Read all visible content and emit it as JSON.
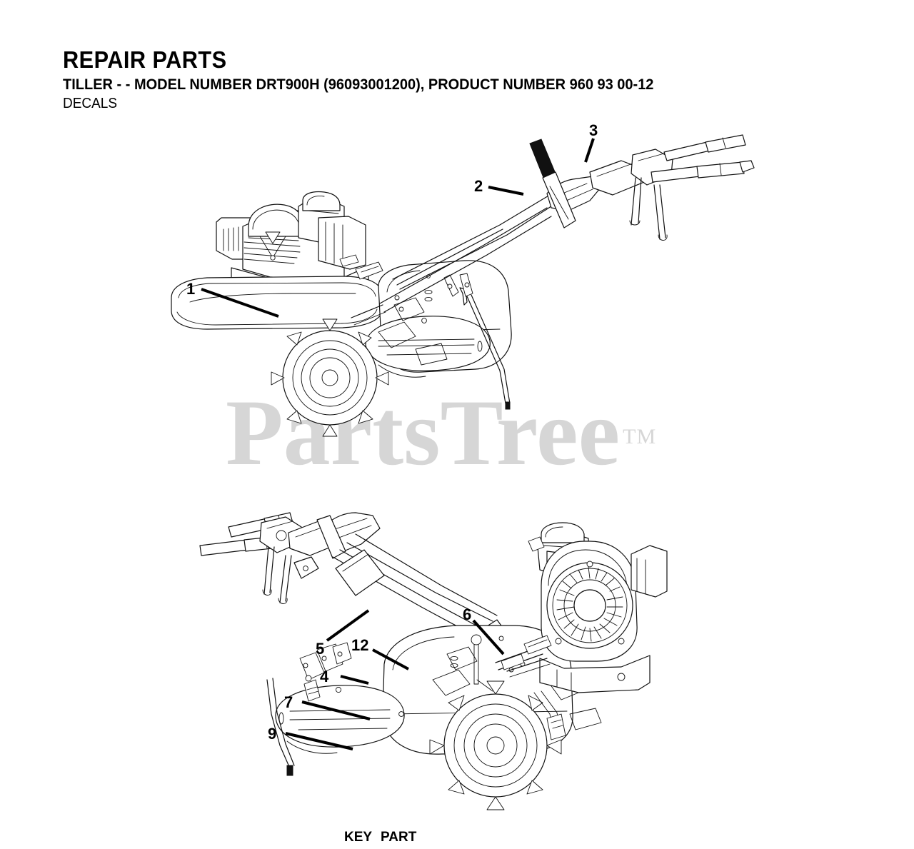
{
  "document": {
    "title": "REPAIR PARTS",
    "subtitle": "TILLER - - MODEL NUMBER DRT900H (96093001200), PRODUCT NUMBER 960 93 00-12",
    "section": "DECALS",
    "model_number": "DRT900H",
    "model_code": "96093001200",
    "product_number": "960 93 00-12",
    "machine_type": "TILLER"
  },
  "watermark": {
    "text": "PartsTree",
    "trademark": "TM",
    "color": "#d6d6d6"
  },
  "figures": [
    {
      "id": "figure-top",
      "name": "tiller-front-left-view",
      "callouts": [
        {
          "ref": "1",
          "label": "1",
          "points_to": "engine-hood-decal"
        },
        {
          "ref": "2",
          "label": "2",
          "points_to": "handle-panel-decal"
        },
        {
          "ref": "3",
          "label": "3",
          "points_to": "handle-grip-decal"
        }
      ]
    },
    {
      "id": "figure-bottom",
      "name": "tiller-rear-right-view",
      "callouts": [
        {
          "ref": "4",
          "label": "4",
          "points_to": "depth-stake-decal"
        },
        {
          "ref": "5",
          "label": "5",
          "points_to": "handle-bar-decal"
        },
        {
          "ref": "6",
          "label": "6",
          "points_to": "control-linkage-decal"
        },
        {
          "ref": "7",
          "label": "7",
          "points_to": "tine-guard-decal"
        },
        {
          "ref": "9",
          "label": "9",
          "points_to": "shield-edge-decal"
        },
        {
          "ref": "12",
          "label": "12",
          "points_to": "fender-decal"
        }
      ]
    }
  ],
  "parts_table": {
    "columns": [
      {
        "key": "key",
        "label": "KEY"
      },
      {
        "key": "part",
        "label": "PART"
      }
    ]
  }
}
